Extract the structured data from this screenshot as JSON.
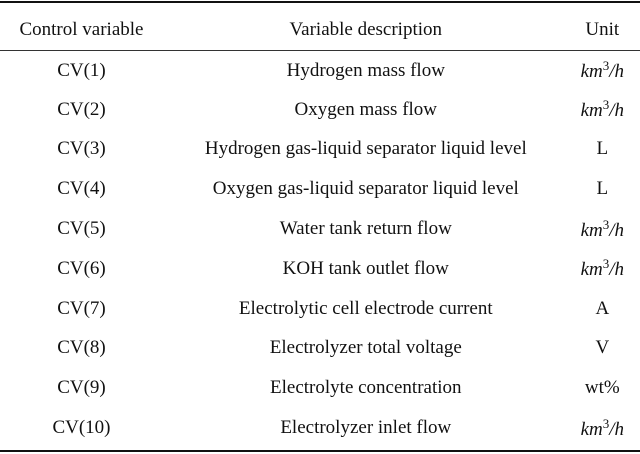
{
  "table": {
    "headers": [
      "Control variable",
      "Variable description",
      "Unit"
    ],
    "rows": [
      {
        "cv": "CV(1)",
        "description": "Hydrogen mass flow",
        "unit": "km3/h",
        "unit_base": "km",
        "unit_exp": "3",
        "unit_tail": "/h"
      },
      {
        "cv": "CV(2)",
        "description": "Oxygen mass flow",
        "unit": "km3/h",
        "unit_base": "km",
        "unit_exp": "3",
        "unit_tail": "/h"
      },
      {
        "cv": "CV(3)",
        "description": "Hydrogen gas-liquid separator liquid level",
        "unit": "L"
      },
      {
        "cv": "CV(4)",
        "description": "Oxygen gas-liquid separator liquid level",
        "unit": "L"
      },
      {
        "cv": "CV(5)",
        "description": "Water tank return flow",
        "unit": "km3/h",
        "unit_base": "km",
        "unit_exp": "3",
        "unit_tail": "/h"
      },
      {
        "cv": "CV(6)",
        "description": "KOH tank outlet flow",
        "unit": "km3/h",
        "unit_base": "km",
        "unit_exp": "3",
        "unit_tail": "/h"
      },
      {
        "cv": "CV(7)",
        "description": "Electrolytic cell electrode current",
        "unit": "A"
      },
      {
        "cv": "CV(8)",
        "description": "Electrolyzer total voltage",
        "unit": "V"
      },
      {
        "cv": "CV(9)",
        "description": "Electrolyte concentration",
        "unit": "wt%"
      },
      {
        "cv": "CV(10)",
        "description": "Electrolyzer inlet flow",
        "unit": "km3/h",
        "unit_base": "km",
        "unit_exp": "3",
        "unit_tail": "/h"
      }
    ]
  }
}
